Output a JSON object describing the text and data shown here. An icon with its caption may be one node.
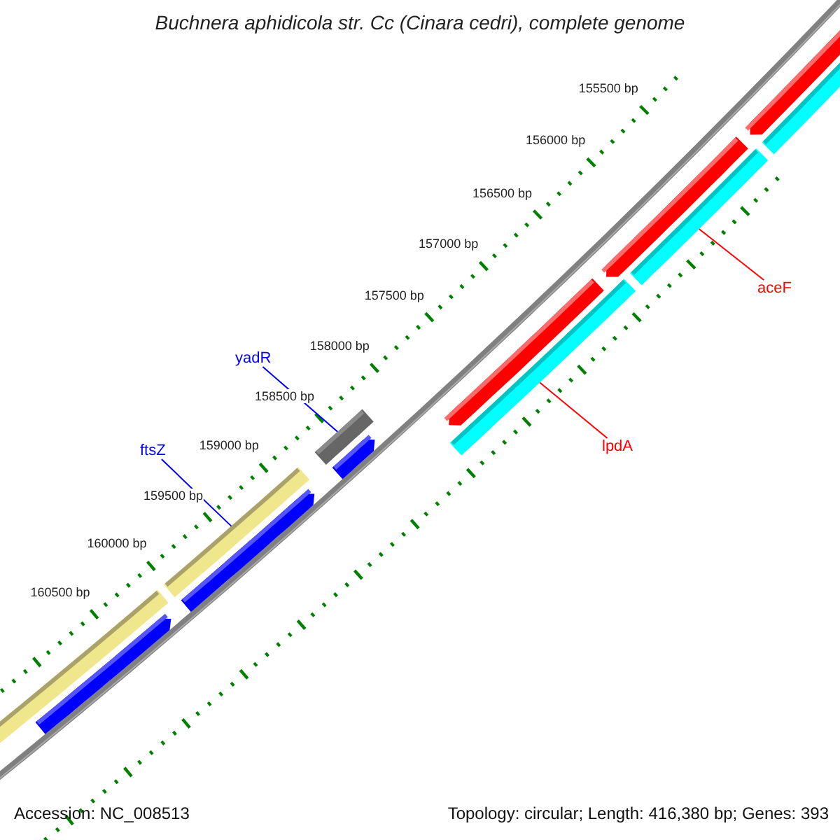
{
  "diagram": {
    "title": "Buchnera aphidicola str. Cc (Cinara cedri), complete genome",
    "nodes": [
      {
        "text": [
          "aceF"
        ]
      },
      {
        "text": [
          "yadR"
        ]
      },
      {
        "text": [
          "lpdA"
        ]
      },
      {
        "text": [
          "ftsZ"
        ]
      },
      {
        "text": [],
        "shape": "bar"
      },
      {
        "text": [],
        "shape": "bar"
      },
      {
        "text": [],
        "shape": "bar"
      },
      {
        "text": [],
        "shape": "bar"
      }
    ],
    "edges": [
      {
        "from": 0,
        "to": 4,
        "arrow": "none",
        "color": "#ff0000"
      },
      {
        "from": 1,
        "to": 6,
        "arrow": "none",
        "color": "#0000ff"
      },
      {
        "from": 2,
        "to": 5,
        "arrow": "none",
        "color": "#ff0000"
      },
      {
        "from": 3,
        "to": 7,
        "arrow": "none",
        "color": "#0000ff"
      }
    ],
    "labels": [
      "155500 bp",
      "156000 bp",
      "156500 bp",
      "157000 bp",
      "157500 bp",
      "158000 bp",
      "158500 bp",
      "159000 bp",
      "159500 bp",
      "160000 bp",
      "160500 bp",
      "Accession: NC_008513",
      "Topology: circular; Length: 416,380 bp; Genes: 393"
    ]
  }
}
